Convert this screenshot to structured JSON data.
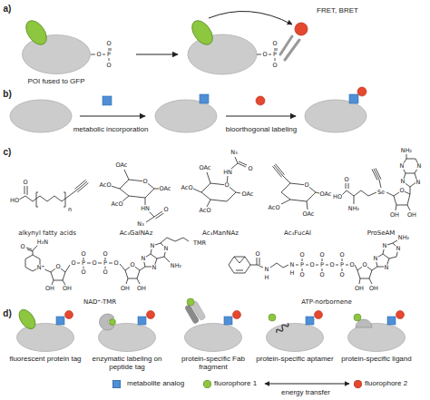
{
  "diagram": {
    "nodes": [
      {
        "text": [
          "POI fused to GFP"
        ]
      },
      {
        "text": [
          "fluorescent protein tag"
        ]
      },
      {
        "text": [
          "enzymatic labeling on peptide tag"
        ]
      },
      {
        "text": [
          "protein-specific Fab fragment"
        ]
      },
      {
        "text": [
          "protein-specific aptamer"
        ]
      },
      {
        "text": [
          "protein-specific ligand"
        ]
      }
    ],
    "labels": [
      "a)",
      "FRET, BRET",
      "O",
      "P",
      "O",
      "O",
      "O",
      "P",
      "O",
      "O",
      "b)",
      "metabolic incorporation",
      "bioorthogonal labeling",
      "c)",
      "O",
      "HO",
      "n",
      "OAc",
      "AcO",
      "O",
      "OAc",
      "AcO",
      "HN",
      "O",
      "N₃",
      "OAc",
      "AcO",
      "O",
      "OAc",
      "AcO",
      "HN",
      "O",
      "N₃",
      "O",
      "OAc",
      "AcO",
      "OAc",
      "HO",
      "O",
      "NH₂",
      "Se",
      "O",
      "OH",
      "OH",
      "N",
      "N",
      "N",
      "N",
      "NH₂",
      "alkynyl fatty acids",
      "Ac₄GalNAz",
      "Ac₄ManNAz",
      "Ac₄FucAl",
      "ProSeAM",
      "H₂N",
      "O",
      "N⁺",
      "O",
      "OH",
      "OH",
      "O",
      "P",
      "O",
      "O",
      "O",
      "P",
      "O",
      "O",
      "O",
      "O",
      "OH",
      "OH",
      "N",
      "N",
      "N",
      "N",
      "NH₂",
      "TMR",
      "O",
      "N",
      "H",
      "N",
      "H",
      "P",
      "O",
      "O",
      "O",
      "P",
      "O",
      "O",
      "O",
      "P",
      "O",
      "O",
      "O",
      "O",
      "OH",
      "OH",
      "N",
      "N",
      "N",
      "N",
      "NH₂",
      "NAD⁺-TMR",
      "ATP-norbornene",
      "d)"
    ],
    "legend": [
      {
        "text": "metabolite analog",
        "color": "#4f8fd6"
      },
      {
        "text": "fluorophore 1",
        "color": "#8dc63f"
      },
      {
        "text": "fluorophore 2",
        "color": "#e5472f"
      },
      {
        "text": "energy transfer"
      }
    ]
  }
}
